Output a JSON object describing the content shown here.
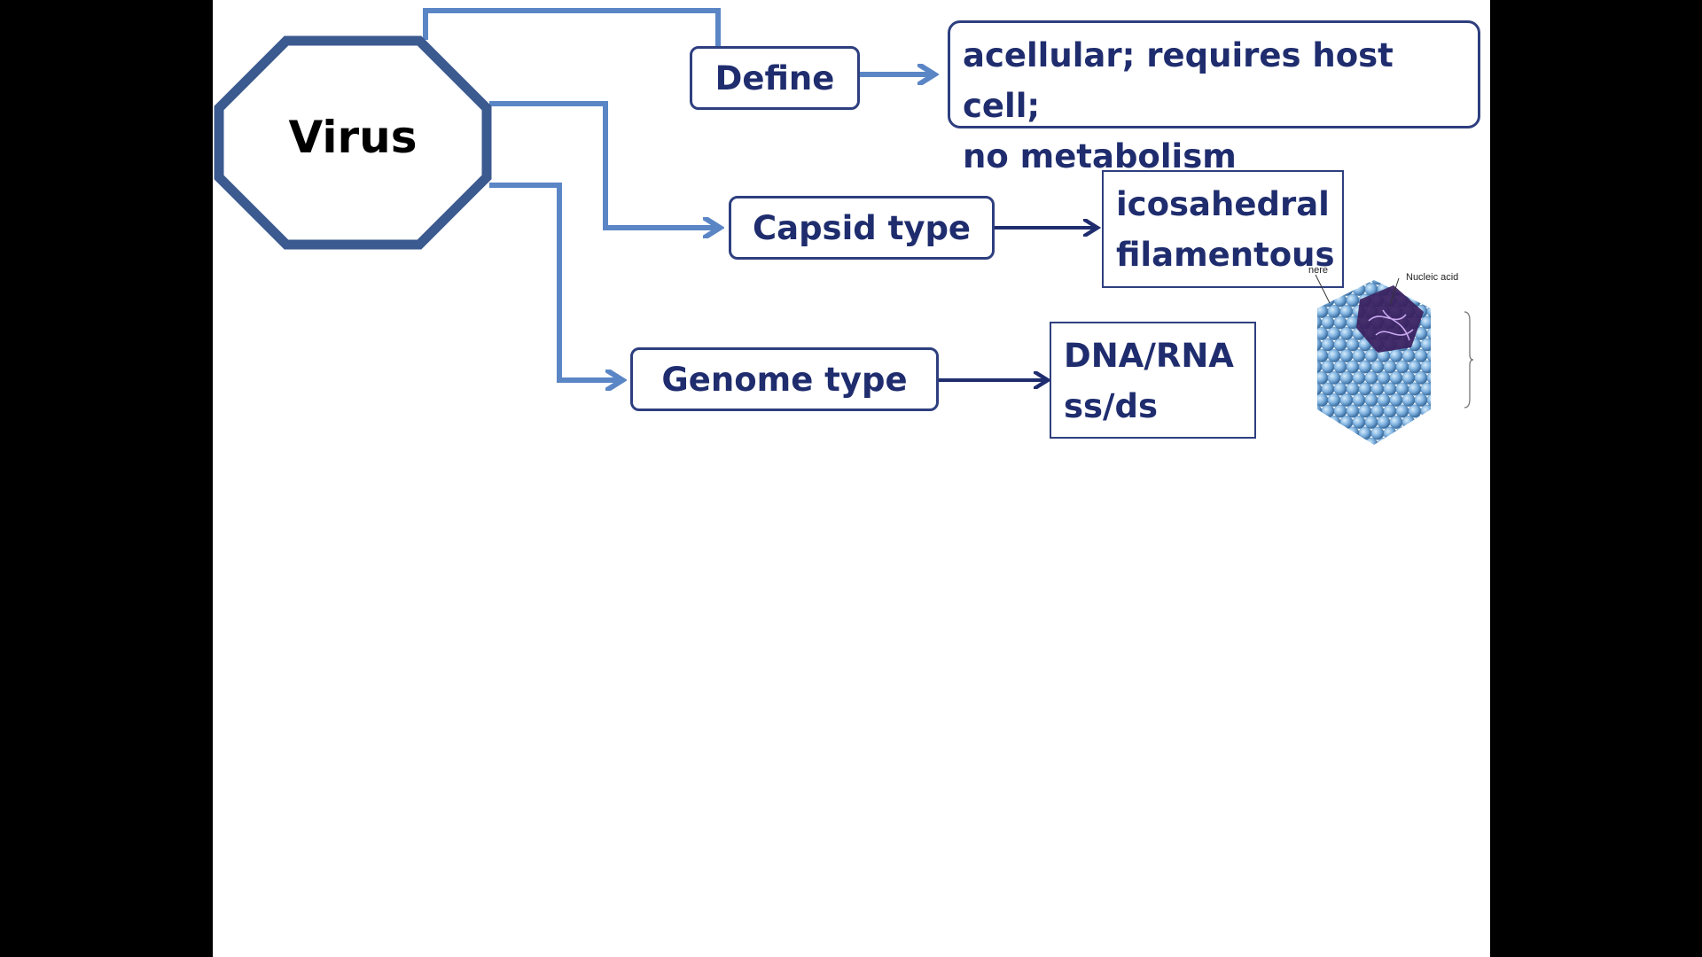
{
  "center": {
    "label": "Virus"
  },
  "branches": [
    {
      "label": "Define",
      "result_lines": [
        "acellular; requires host cell;",
        "no metabolism"
      ]
    },
    {
      "label": "Capsid type",
      "result_lines": [
        "icosahedral",
        "filamentous"
      ]
    },
    {
      "label": "Genome type",
      "result_lines": [
        "DNA/RNA",
        "ss/ds"
      ]
    }
  ],
  "illustration": {
    "label_left": "nere",
    "label_right": "Nucleic acid"
  },
  "colors": {
    "octagon_stroke": "#3b5a8f",
    "connector": "#5b86c6",
    "node_border": "#2e3f7f",
    "text": "#1f2d6e",
    "capsomere": "#7fb2e0",
    "nucleic_acid": "#5a2a8a"
  }
}
